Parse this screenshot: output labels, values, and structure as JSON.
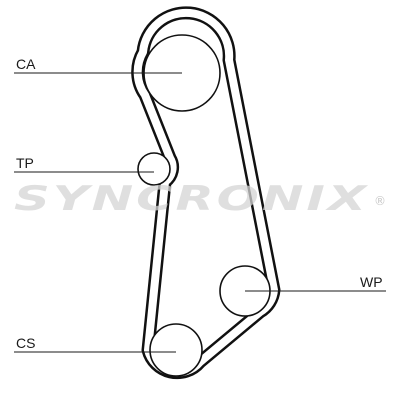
{
  "labels": {
    "camshaft": "CA",
    "tensioner": "TP",
    "water_pump": "WP",
    "crankshaft": "CS"
  },
  "watermark": {
    "text": "SYNCRONIX",
    "registered_mark": "®"
  },
  "colors": {
    "belt": "#111111",
    "watermark": "#d4d4d4"
  }
}
